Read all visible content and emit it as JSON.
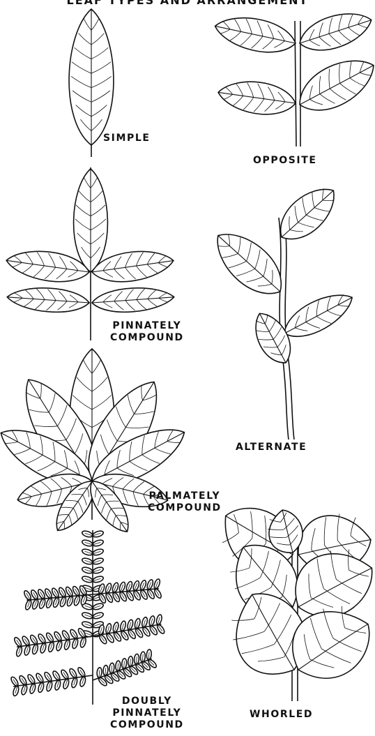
{
  "header": {
    "title": "LEAF TYPES AND ARRANGEMENT"
  },
  "labels": {
    "simple": "SIMPLE",
    "opposite": "OPPOSITE",
    "pinnately": [
      "PINNATELY",
      "COMPOUND"
    ],
    "alternate": "ALTERNATE",
    "palmately": [
      "PALMATELY",
      "COMPOUND"
    ],
    "doubly": [
      "DOUBLY",
      "PINNATELY",
      "COMPOUND"
    ],
    "whorled": "WHORLED"
  }
}
